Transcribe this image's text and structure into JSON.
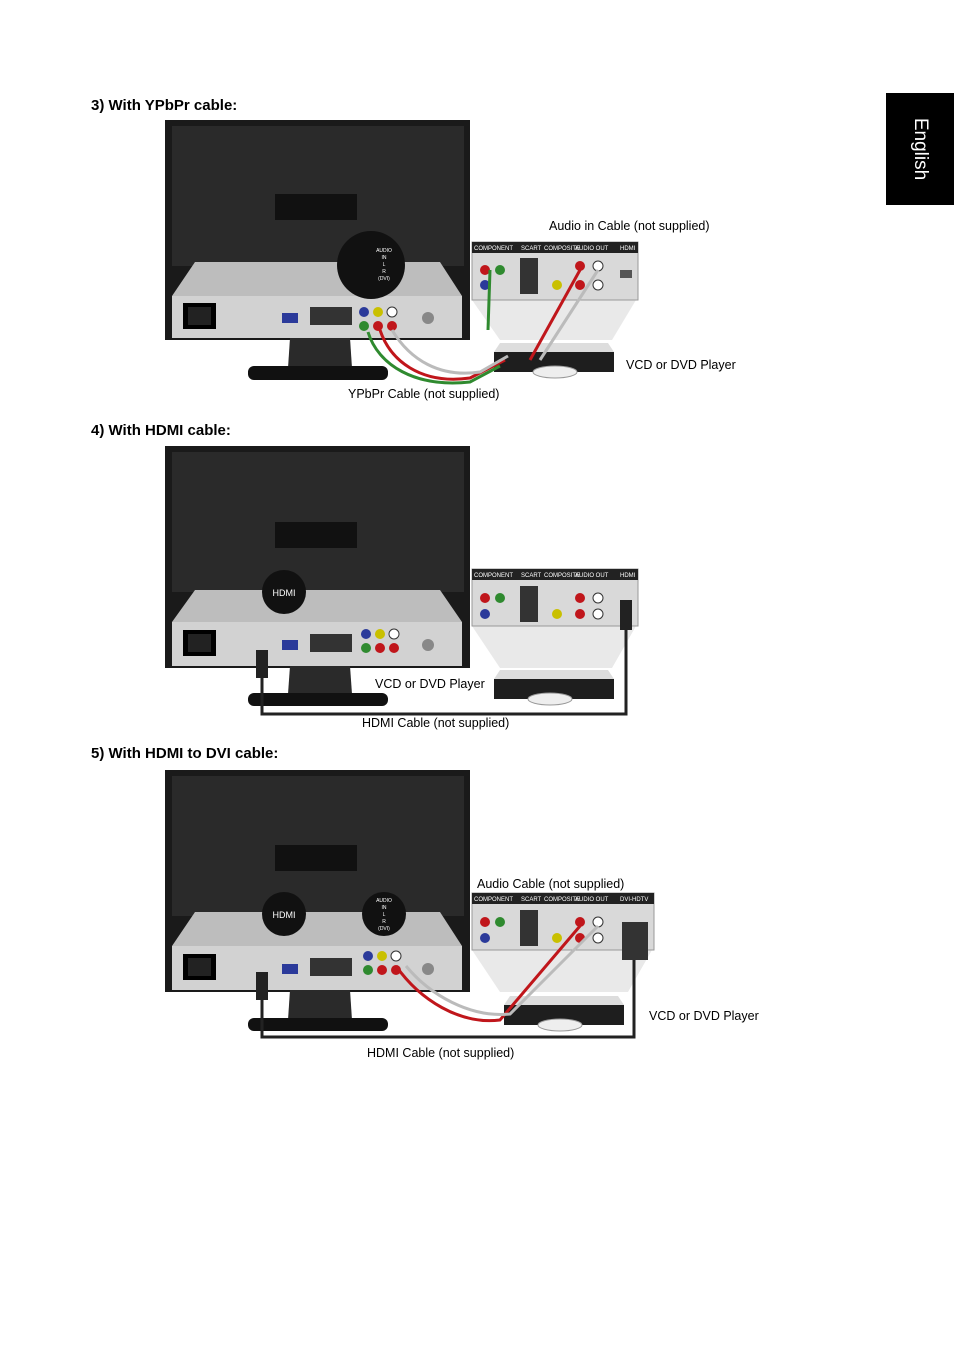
{
  "side_tab": {
    "label": "English"
  },
  "sections": [
    {
      "heading": "3)   With YPbPr cable:",
      "captions": {
        "audio": "Audio in Cable (not supplied)",
        "player": "VCD or DVD Player",
        "cable": "YPbPr Cable (not supplied)"
      },
      "panel_labels": [
        "COMPONENT",
        "SCART",
        "COMPOSITE",
        "AUDIO OUT",
        "HDMI"
      ],
      "badge": [
        "AUDIO",
        "IN",
        "L",
        "R",
        "(DVI)"
      ]
    },
    {
      "heading": "4)   With HDMI cable:",
      "captions": {
        "player": "VCD or DVD Player",
        "cable": "HDMI Cable (not supplied)"
      },
      "panel_labels": [
        "COMPONENT",
        "SCART",
        "COMPOSITE",
        "AUDIO OUT",
        "HDMI"
      ],
      "badge": [
        "HDMI"
      ]
    },
    {
      "heading": "5)   With HDMI to DVI cable:",
      "captions": {
        "audio": "Audio Cable (not supplied)",
        "player": "VCD or DVD Player",
        "cable": "HDMI Cable (not supplied)"
      },
      "panel_labels": [
        "COMPONENT",
        "SCART",
        "COMPOSITE",
        "AUDIO OUT",
        "DVI-HDTV"
      ],
      "badge": [
        "HDMI"
      ],
      "badge2": [
        "AUDIO",
        "IN",
        "L",
        "R",
        "(DVI)"
      ]
    }
  ],
  "colors": {
    "monitor_dark": "#1a1a1a",
    "panel_grey": "#c8c8c8",
    "red_cable": "#c0161b",
    "green_cable": "#2f8a2f",
    "blue_cable": "#2b3a9a"
  }
}
